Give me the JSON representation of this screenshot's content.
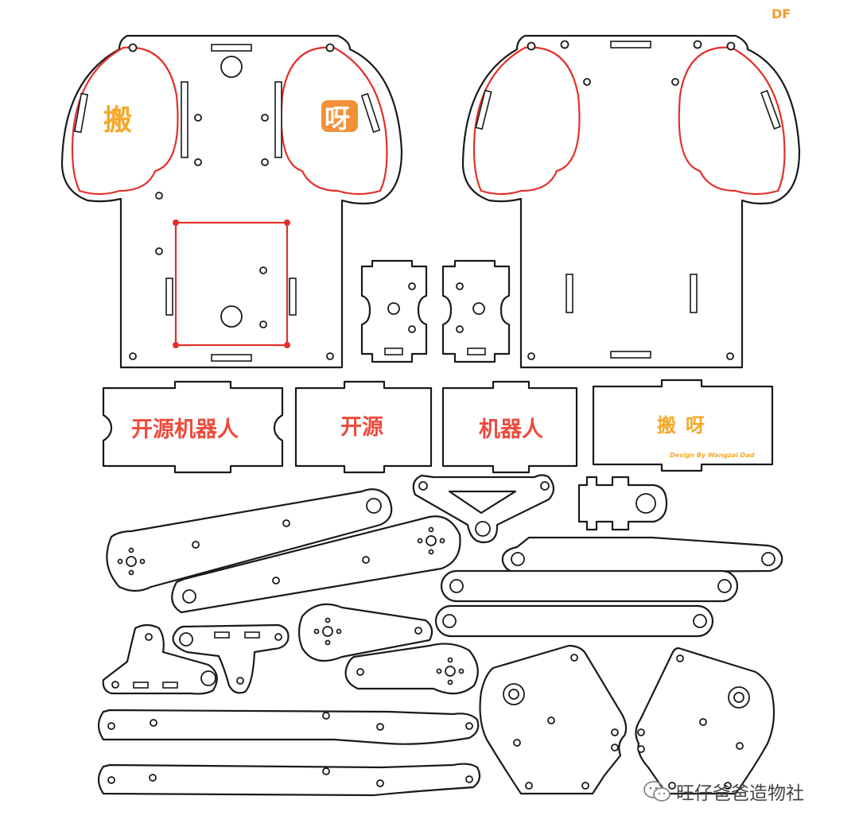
{
  "brand": {
    "text": "DF",
    "color": "#f29b30"
  },
  "engravings": {
    "left_ear": "搬",
    "right_ear": "呀",
    "panel_1": "开源机器人",
    "panel_2": "开源",
    "panel_3": "机器人",
    "panel_4_a": "搬",
    "panel_4_b": "呀",
    "panel_4_credit": "Design By Wangzai Dad"
  },
  "footer": {
    "icon": "wechat-icon",
    "text": "旺仔爸爸造物社"
  },
  "colors": {
    "cut_line": "#1a1a1a",
    "engrave_red": "#ee4a3b",
    "engrave_orange": "#f4a82a",
    "outline_red": "#e3302b"
  }
}
